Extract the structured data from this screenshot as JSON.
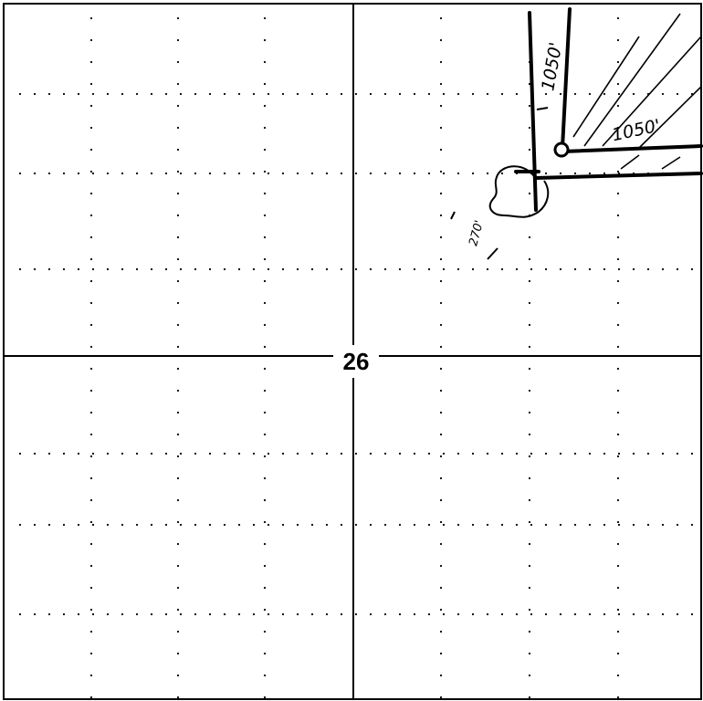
{
  "map": {
    "section_number": "26",
    "labels": {
      "top_dimension": "1050'",
      "right_dimension": "1050'",
      "arc_dimension": "270'"
    }
  }
}
